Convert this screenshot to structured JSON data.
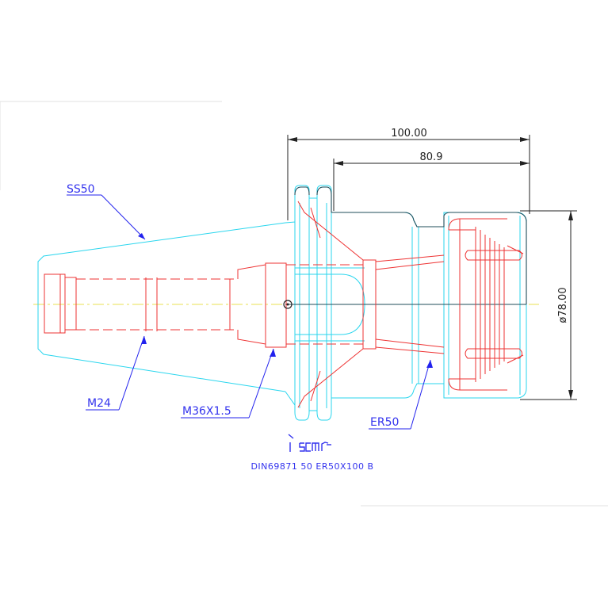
{
  "dimensions": {
    "overall_length": "100.00",
    "gauge_to_nose": "80.9",
    "nut_diameter": "ø78.00"
  },
  "callouts": {
    "taper": "SS50",
    "thread_small": "M24",
    "thread_large": "M36X1.5",
    "collet": "ER50"
  },
  "brand": "iscar",
  "caption": "DIN69871  50  ER50X100  B",
  "colors": {
    "body_outline": "#2ad6ee",
    "hidden_lines": "#ee3333",
    "leaders": "#2222ee",
    "dimension": "#222222",
    "centerline": "#e8e050"
  }
}
